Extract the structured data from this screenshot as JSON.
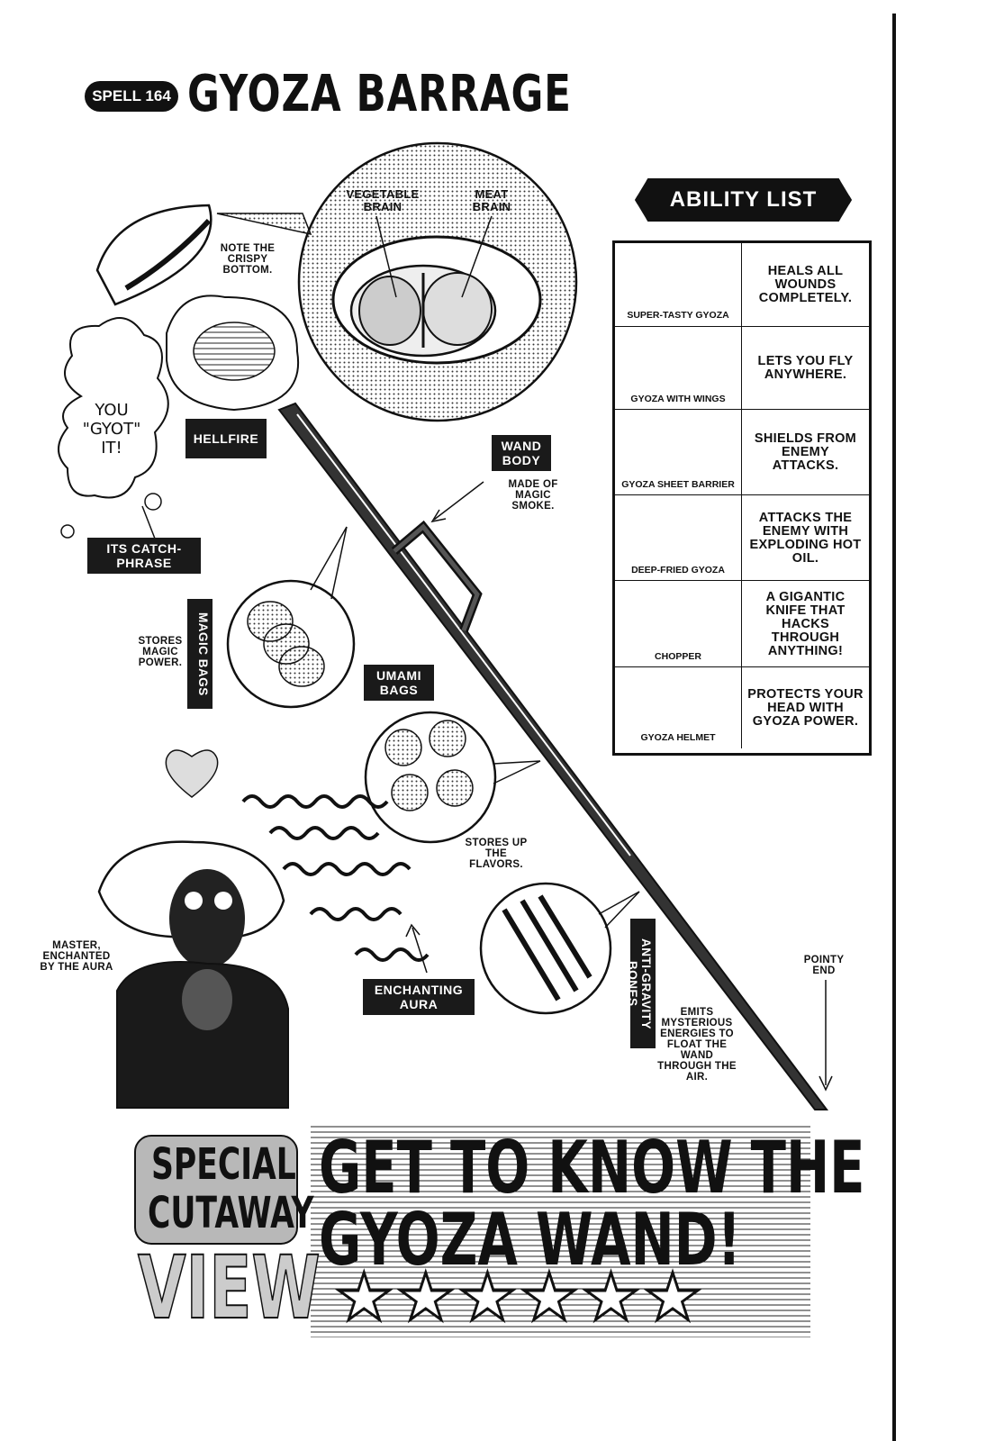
{
  "header": {
    "spell_label": "SPELL 164",
    "title": "GYOZA BARRAGE"
  },
  "callouts": {
    "vegetable_brain": "VEGETABLE BRAIN",
    "meat_brain": "MEAT BRAIN",
    "crispy_bottom": "NOTE THE CRISPY BOTTOM.",
    "speech": "YOU \"GYOT\" IT!",
    "hellfire": "HELLFIRE",
    "catchphrase": "ITS CATCH-PHRASE",
    "wand_body": "WAND BODY",
    "wand_body_note": "MADE OF MAGIC SMOKE.",
    "magic_bags": "MAGIC BAGS",
    "magic_bags_note": "STORES MAGIC POWER.",
    "umami_bags": "UMAMI BAGS",
    "umami_note": "STORES UP THE FLAVORS.",
    "master_note": "MASTER, ENCHANTED BY THE AURA",
    "enchanting_aura": "ENCHANTING AURA",
    "anti_gravity": "ANTI-GRAVITY BONES",
    "anti_gravity_note": "EMITS MYSTERIOUS ENERGIES TO FLOAT THE WAND THROUGH THE AIR.",
    "pointy_end": "POINTY END"
  },
  "ability_list": {
    "heading": "ABILITY LIST",
    "items": [
      {
        "name": "SUPER-TASTY GYOZA",
        "desc": "HEALS ALL WOUNDS COMPLETELY."
      },
      {
        "name": "GYOZA WITH WINGS",
        "desc": "LETS YOU FLY ANYWHERE."
      },
      {
        "name": "GYOZA SHEET BARRIER",
        "desc": "SHIELDS FROM ENEMY ATTACKS."
      },
      {
        "name": "DEEP-FRIED GYOZA",
        "desc": "ATTACKS THE ENEMY WITH EXPLODING HOT OIL."
      },
      {
        "name": "CHOPPER",
        "desc": "A GIGANTIC KNIFE THAT HACKS THROUGH ANYTHING!"
      },
      {
        "name": "GYOZA HELMET",
        "desc": "PROTECTS YOUR HEAD WITH GYOZA POWER."
      }
    ]
  },
  "footer": {
    "special": "SPECIAL",
    "cutaway": "CUTAWAY",
    "view": "VIEW",
    "headline_1": "GET TO KNOW THE",
    "headline_2": "GYOZA WAND!",
    "stars": "★★★★★★"
  },
  "colors": {
    "ink": "#111111",
    "paper": "#ffffff",
    "tone": "#bdbdbd"
  }
}
